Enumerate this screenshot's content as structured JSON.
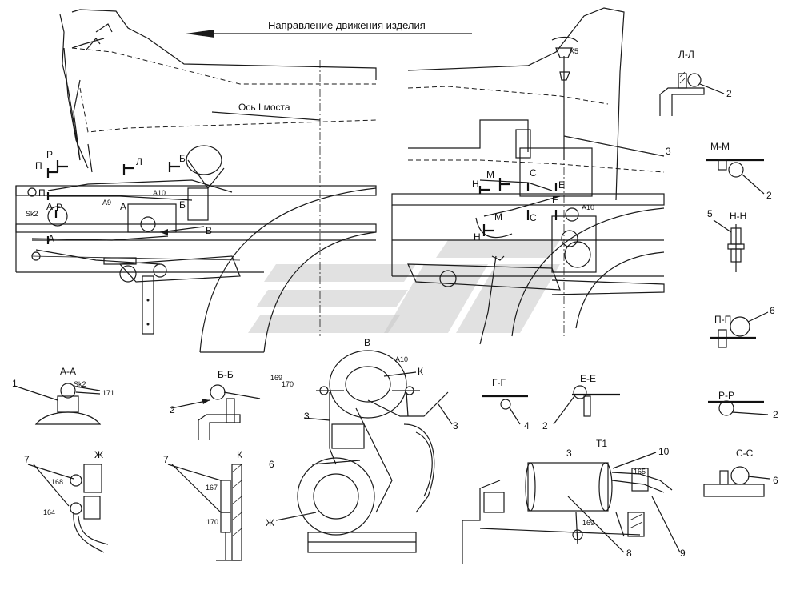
{
  "title": "Направление движения изделия",
  "axis_label": "Ось I моста",
  "left_view": {
    "markers": [
      "П",
      "Р",
      "Л",
      "Б",
      "П",
      "А",
      "Р",
      "А",
      "Б",
      "В",
      "А"
    ],
    "codes": [
      "A10",
      "A9",
      "Sk2"
    ]
  },
  "right_view": {
    "markers": [
      "М",
      "Н",
      "С",
      "Е",
      "М",
      "С",
      "Е",
      "Н"
    ],
    "codes": [
      "X5",
      "A10"
    ],
    "callout": "3"
  },
  "sections": [
    {
      "title": "Л-Л",
      "callout": "2"
    },
    {
      "title": "М-М",
      "callout": "2"
    },
    {
      "title": "Н-Н",
      "callout": "5"
    },
    {
      "title": "П-П",
      "callout": "6"
    },
    {
      "title": "Р-Р",
      "callout": "2"
    },
    {
      "title": "С-С",
      "callout": "6"
    },
    {
      "title": "А-А",
      "callout": "1",
      "codes": [
        "Sk2",
        "171"
      ]
    },
    {
      "title": "Б-Б",
      "callout": "2"
    },
    {
      "title": "Г-Г",
      "callout": "4"
    },
    {
      "title": "Е-Е",
      "callout": "2"
    }
  ],
  "view_zh": {
    "title": "Ж",
    "callout": "7",
    "codes": [
      "168",
      "164"
    ]
  },
  "view_k": {
    "title": "К",
    "callout": "7",
    "codes": [
      "167",
      "170"
    ]
  },
  "center_view": {
    "markers": [
      "В",
      "К",
      "Ж"
    ],
    "codes": [
      "A10",
      "169",
      "170"
    ],
    "callouts": [
      "3",
      "3",
      "6"
    ]
  },
  "t1_view": {
    "title": "T1",
    "label": "3",
    "codes": [
      "165",
      "169"
    ],
    "callouts": [
      "10",
      "8",
      "9"
    ]
  }
}
